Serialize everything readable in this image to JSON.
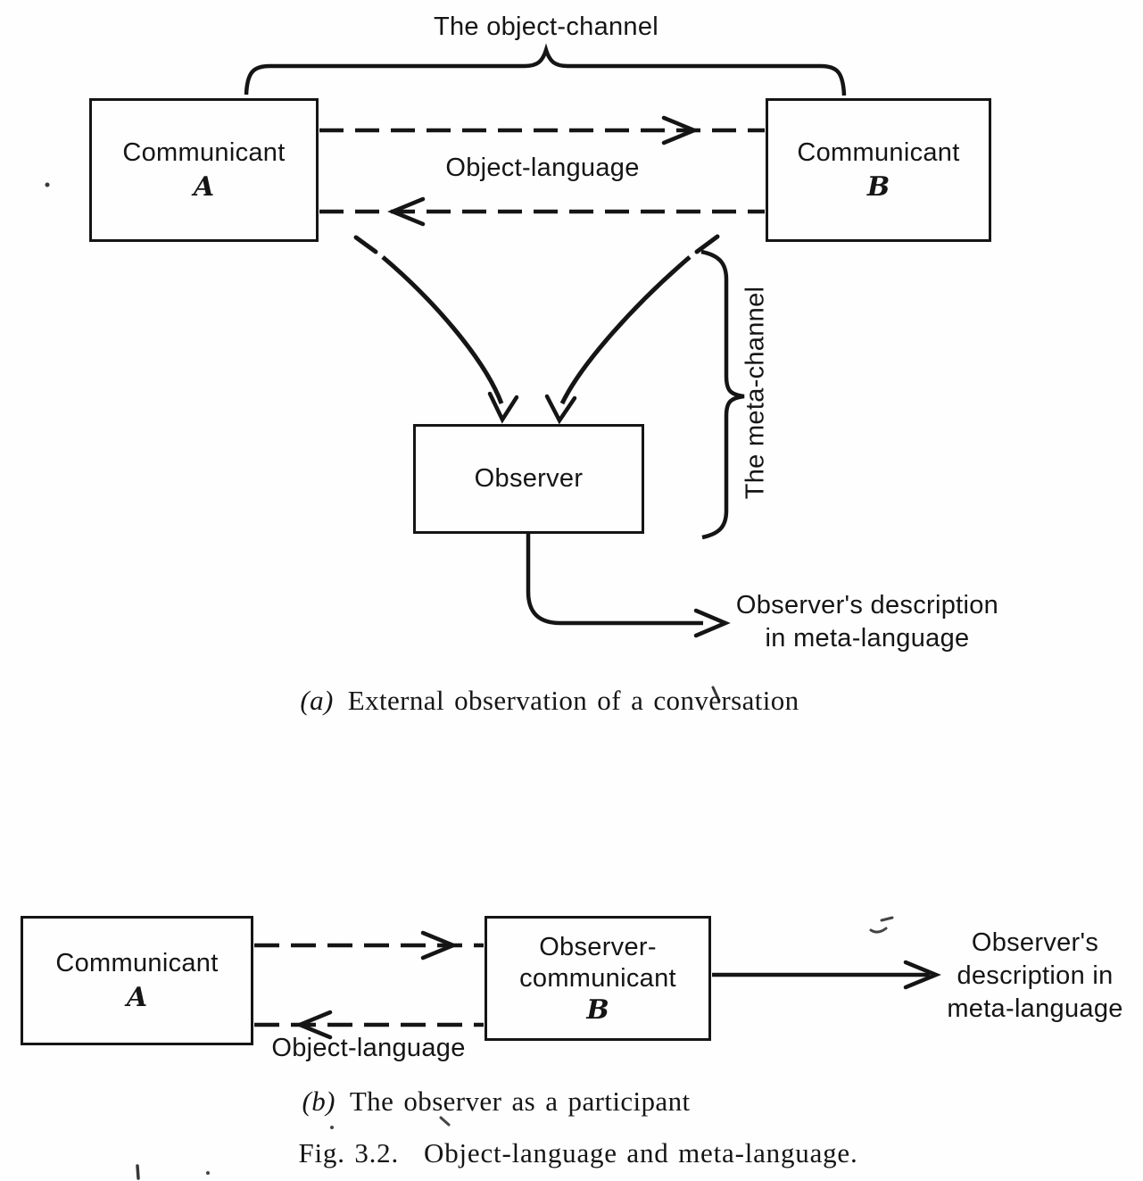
{
  "colors": {
    "ink": "#151515",
    "paper": "#fefefe"
  },
  "part_a": {
    "object_channel_label": "The object-channel",
    "communicant_a": {
      "name": "Communicant",
      "letter": "A"
    },
    "communicant_b": {
      "name": "Communicant",
      "letter": "B"
    },
    "object_language_label": "Object-language",
    "meta_channel_label": "The meta-channel",
    "observer_label": "Observer",
    "output_line1": "Observer's description",
    "output_line2": "in meta-language",
    "caption_prefix": "(a)",
    "caption": "External observation of a conversation"
  },
  "part_b": {
    "communicant_a": {
      "name": "Communicant",
      "letter": "A"
    },
    "observer_communicant": {
      "line1": "Observer-",
      "line2": "communicant",
      "letter": "B"
    },
    "object_language_label": "Object-language",
    "output_line1": "Observer's",
    "output_line2": "description in",
    "output_line3": "meta-language",
    "caption_prefix": "(b)",
    "caption": "The observer as a participant"
  },
  "figure_caption": {
    "label": "Fig. 3.2.",
    "title": "Object-language and meta-language."
  }
}
